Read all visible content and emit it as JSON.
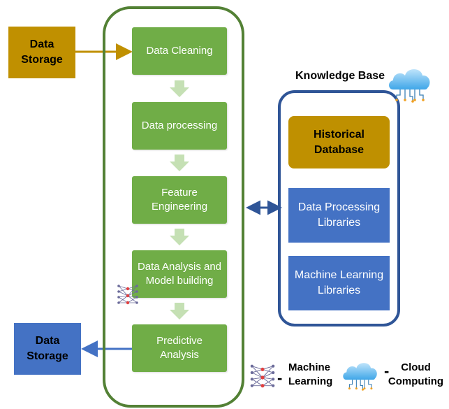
{
  "diagram": {
    "input_storage": {
      "label": "Data Storage",
      "color": "#c09000"
    },
    "output_storage": {
      "label": "Data Storage",
      "color": "#4472c4"
    },
    "pipeline": {
      "border_color": "#538135",
      "step_color": "#70ad47",
      "arrow_color": "#c5e0b4",
      "steps": [
        {
          "label": "Data Cleaning"
        },
        {
          "label": "Data processing"
        },
        {
          "label": "Feature Engineering"
        },
        {
          "label": "Data Analysis and Model building"
        },
        {
          "label": "Predictive Analysis"
        }
      ]
    },
    "knowledge_base": {
      "title": "Knowledge Base",
      "border_color": "#2f5597",
      "items": [
        {
          "label": "Historical Database",
          "color": "#bf9000"
        },
        {
          "label": "Data Processing Libraries",
          "color": "#4472c4"
        },
        {
          "label": "Machine Learning Libraries",
          "color": "#4472c4"
        }
      ]
    },
    "legend": {
      "machine_learning": {
        "dash": "-",
        "label": "Machine Learning",
        "icon": "neural-network-icon"
      },
      "cloud_computing": {
        "dash": "-",
        "label": "Cloud Computing",
        "icon": "cloud-icon"
      }
    }
  }
}
